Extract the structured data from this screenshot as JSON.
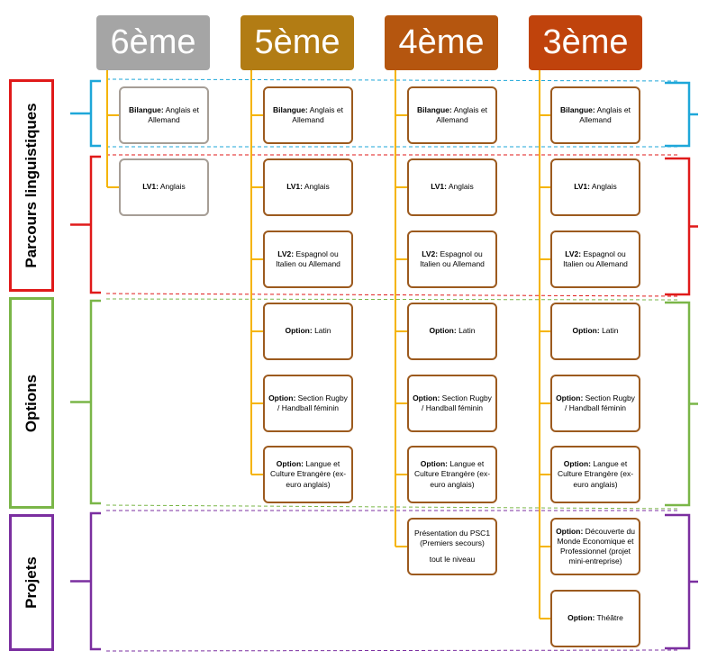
{
  "colors": {
    "header_6": "#a5a5a5",
    "header_5": "#b27c14",
    "header_4": "#b5560f",
    "header_3": "#c0430c",
    "connector": "#f5b400",
    "bracket_bilangue": "#1ea7d9",
    "bracket_parcours": "#e01a1a",
    "bracket_options": "#7ab648",
    "bracket_projets": "#7b2fa0",
    "box_border": "#9c5a1e"
  },
  "headers": [
    "6ème",
    "5ème",
    "4ème",
    "3ème"
  ],
  "categories": {
    "parcours": "Parcours linguistiques",
    "options": "Options",
    "projets": "Projets"
  },
  "columns": [
    {
      "level": "6ème",
      "items": [
        {
          "bold": "Bilangue:",
          "text": " Anglais et Allemand"
        },
        {
          "bold": "LV1:",
          "text": " Anglais"
        }
      ]
    },
    {
      "level": "5ème",
      "items": [
        {
          "bold": "Bilangue:",
          "text": " Anglais et Allemand"
        },
        {
          "bold": "LV1:",
          "text": " Anglais"
        },
        {
          "bold": "LV2:",
          "text": " Espagnol ou Italien ou Allemand"
        },
        {
          "bold": "Option:",
          "text": " Latin"
        },
        {
          "bold": "Option:",
          "text": " Section Rugby / Handball féminin"
        },
        {
          "bold": "Option:",
          "text": " Langue et Culture Etrangère (ex-euro anglais)"
        }
      ]
    },
    {
      "level": "4ème",
      "items": [
        {
          "bold": "Bilangue:",
          "text": " Anglais et Allemand"
        },
        {
          "bold": "LV1:",
          "text": " Anglais"
        },
        {
          "bold": "LV2:",
          "text": " Espagnol ou Italien ou Allemand"
        },
        {
          "bold": "Option:",
          "text": " Latin"
        },
        {
          "bold": "Option:",
          "text": " Section Rugby / Handball féminin"
        },
        {
          "bold": "Option:",
          "text": " Langue et Culture Etrangère (ex-euro anglais)"
        },
        {
          "bold": "",
          "text": "Présentation du PSC1 (Premiers secours)",
          "extra": "tout le niveau"
        }
      ]
    },
    {
      "level": "3ème",
      "items": [
        {
          "bold": "Bilangue:",
          "text": " Anglais et Allemand"
        },
        {
          "bold": "LV1:",
          "text": " Anglais"
        },
        {
          "bold": "LV2:",
          "text": " Espagnol ou Italien ou Allemand"
        },
        {
          "bold": "Option:",
          "text": " Latin"
        },
        {
          "bold": "Option:",
          "text": " Section Rugby / Handball féminin"
        },
        {
          "bold": "Option:",
          "text": " Langue et Culture Etrangère (ex-euro anglais)"
        },
        {
          "bold": "Option:",
          "text": " Découverte du Monde Economique et Professionnel (projet mini-entreprise)"
        },
        {
          "bold": "Option:",
          "text": " Théâtre"
        }
      ]
    }
  ]
}
